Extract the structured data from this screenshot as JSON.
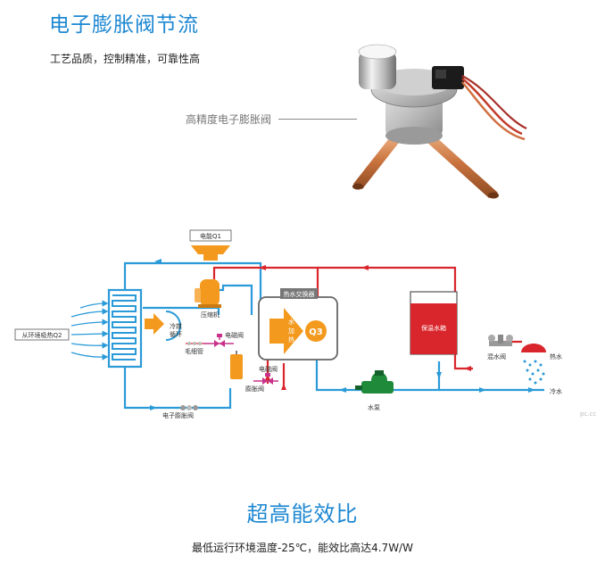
{
  "header": {
    "title": "电子膨胀阀节流",
    "subtitle": "工艺品质，控制精准，可靠性高"
  },
  "valve_photo": {
    "label": "高精度电子膨胀阀"
  },
  "diagram": {
    "power_label": "电能Q1",
    "ambient_label": "从环境吸热Q2",
    "refrigerant_circulation": [
      "冷媒",
      "循环"
    ],
    "compressor_label": "压缩机",
    "solenoid_valve_1": "电磁阀",
    "capillary_label": "毛细管",
    "solenoid_valve_2": "电磁阀",
    "expansion_valve_label": "膨胀阀",
    "electronic_expansion_valve_label": "电子膨胀阀",
    "heat_exchanger_label": "热水交换器",
    "water_heating": [
      "水",
      "加",
      "热"
    ],
    "q3_label": "Q3",
    "tank_label": "保温水箱",
    "pump_label": "水泵",
    "mixing_valve_label": "混水阀",
    "hot_water_label": "热水",
    "cold_water_label": "冷水",
    "watermark": "pc.cc"
  },
  "footer": {
    "title": "超高能效比",
    "subtitle": "最低运行环境温度-25℃，能效比高达4.7W/W"
  },
  "colors": {
    "accent_blue": "#1e88d2",
    "pipe_red": "#d9262c",
    "pipe_blue": "#2a9ad8",
    "orange": "#f39a1e",
    "pump_green": "#1f8a3a"
  }
}
